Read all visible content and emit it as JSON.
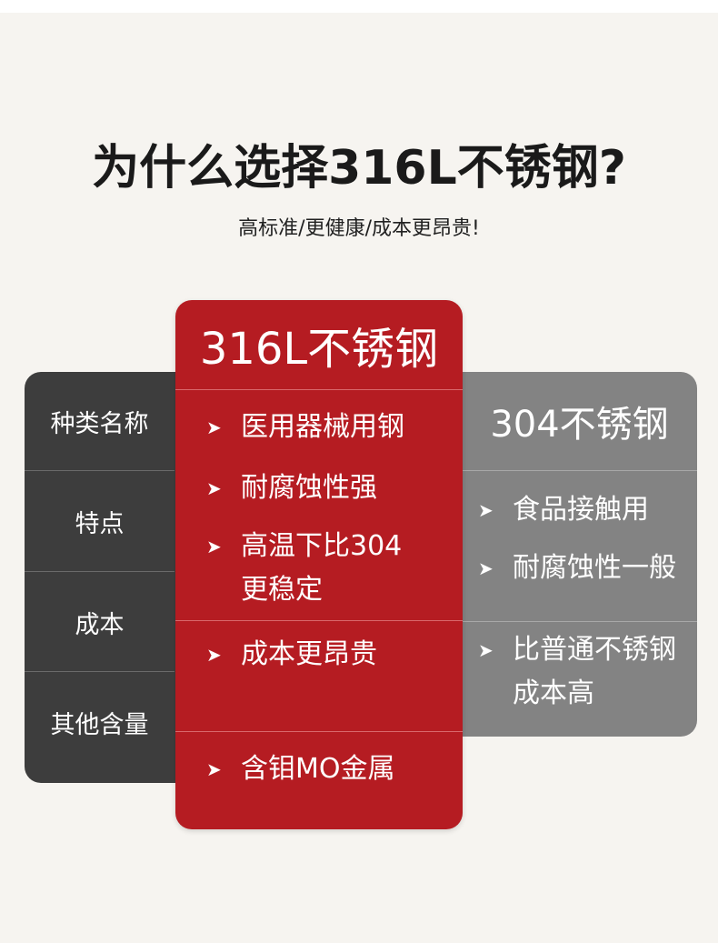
{
  "title": "为什么选择316L不锈钢?",
  "subtitle": "高标准/更健康/成本更昂贵!",
  "categories": [
    "种类名称",
    "特点",
    "成本",
    "其他含量"
  ],
  "steel_316": {
    "name": "316L不锈钢",
    "features": [
      "医用器械用钢",
      "耐腐蚀性强",
      "高温下比304\n更稳定"
    ],
    "cost": "成本更昂贵",
    "other": "含钼MO金属"
  },
  "steel_304": {
    "name": "304不锈钢",
    "features": [
      "食品接触用",
      "耐腐蚀性一般"
    ],
    "cost": "比普通不锈钢\n成本高"
  },
  "arrow_glyph": "➤",
  "colors": {
    "background": "#f6f4f0",
    "highlight_panel": "#b51c22",
    "label_panel": "#3d3d3d",
    "compare_panel": "#838383"
  }
}
